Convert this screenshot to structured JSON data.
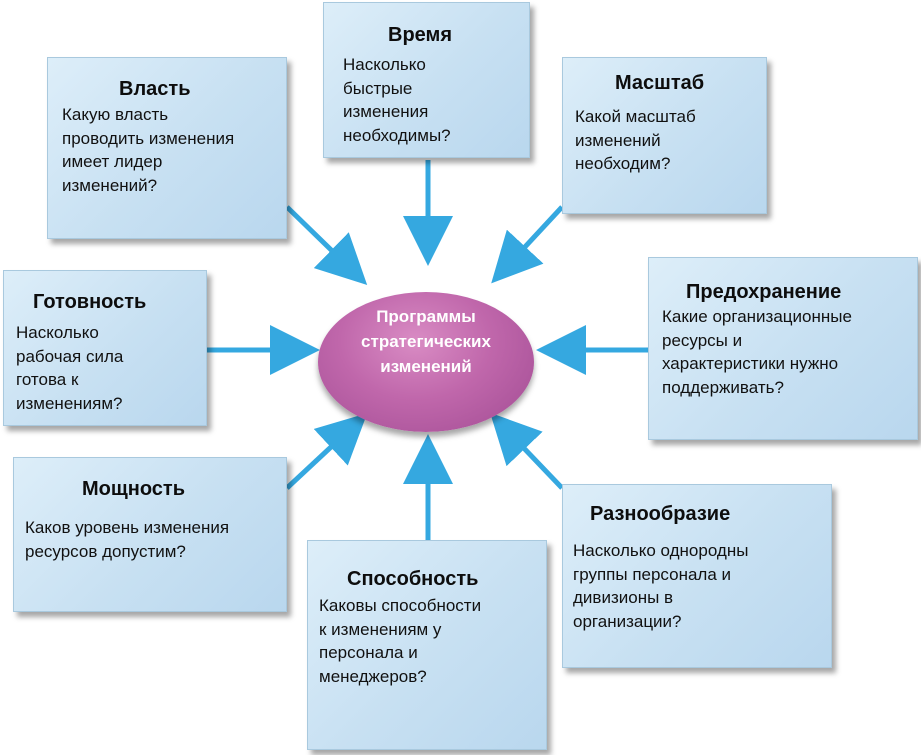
{
  "center": {
    "lines": [
      "Программы",
      "стратегических",
      "изменений"
    ]
  },
  "boxes": {
    "vlast": {
      "title": "Власть",
      "lines": [
        "Какую власть",
        "проводить изменения",
        "имеет лидер",
        "изменений?"
      ]
    },
    "vremya": {
      "title": "Время",
      "lines": [
        "Насколько",
        "быстрые",
        "изменения",
        "необходимы?"
      ]
    },
    "masshtab": {
      "title": "Масштаб",
      "lines": [
        "Какой масштаб",
        "изменений",
        "необходим?"
      ]
    },
    "gotovnost": {
      "title": "Готовность",
      "lines": [
        "Насколько",
        "рабочая сила",
        "готова к",
        "изменениям?"
      ]
    },
    "predohranenie": {
      "title": "Предохранение",
      "lines": [
        "Какие организационные",
        "ресурсы и",
        "характеристики нужно",
        "поддерживать?"
      ]
    },
    "moshchnost": {
      "title": "Мощность",
      "lines": [
        "Каков уровень изменения",
        "ресурсов допустим?"
      ]
    },
    "sposobnost": {
      "title": "Способность",
      "lines": [
        "Каковы способности",
        "к изменениям у",
        "персонала и",
        "менеджеров?"
      ]
    },
    "raznoobrazie": {
      "title": "Разнообразие",
      "lines": [
        "Насколько однородны",
        "группы персонала и",
        "дивизионы в",
        "организации?"
      ]
    }
  },
  "colors": {
    "arrow": "#35a8e0",
    "box_fill": "#c7e0f2",
    "ellipse": "#c067ab",
    "ellipse_text": "#ffffff"
  }
}
